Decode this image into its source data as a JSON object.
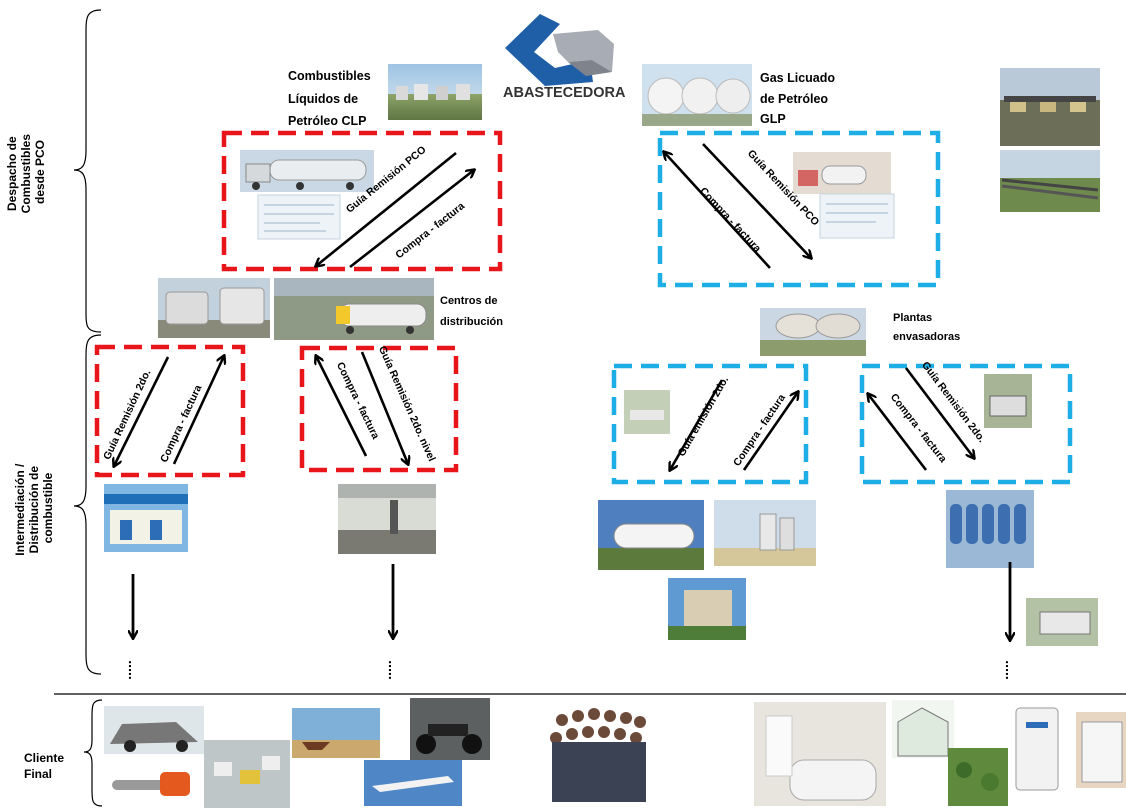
{
  "supplier": {
    "logo_text": "ABASTECEDORA",
    "logo_colors": {
      "blue": "#1f5fa8",
      "gray": "#a8acb4"
    }
  },
  "row_labels": {
    "dispatch": [
      "Despacho de",
      "Combustibles",
      "desde PCO"
    ],
    "intermediation": [
      "Intermediación /",
      "Distribución de",
      "combustible"
    ],
    "final_client": [
      "Cliente",
      "Final"
    ]
  },
  "clp": {
    "title": [
      "Combustibles",
      "Líquidos de",
      "Petróleo  CLP"
    ],
    "arrow_guide": "Guía Remisión PCO",
    "arrow_purchase": "Compra - factura",
    "box_color": "#e8161b"
  },
  "glp": {
    "title": [
      "Gas Licuado",
      "de Petróleo",
      "GLP"
    ],
    "arrow_guide": "Guía Remisión PCO",
    "arrow_purchase": "Compra - factura",
    "box_color": "#1eaee6"
  },
  "distribution_centers": [
    "Centros de",
    "distribución"
  ],
  "bottling_plants": [
    "Plantas",
    "envasadoras"
  ],
  "second_level": {
    "clp_left_guide": "Guía Remisión 2do.",
    "clp_left_purchase": "Compra - factura",
    "clp_right_purchase": "Compra - factura",
    "clp_right_guide": "Guía Remisión 2do. nivel",
    "glp_left_guide": "Guía  emisión 2do.",
    "glp_left_purchase": "Compra - factura",
    "glp_right_guide": "Guía Remisión 2do.",
    "glp_right_purchase": "Compra - factura"
  },
  "continuation": "....."
}
